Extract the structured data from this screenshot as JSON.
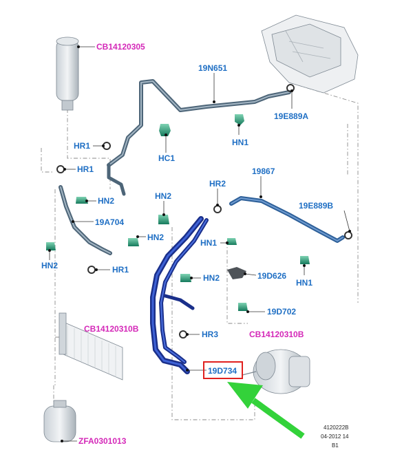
{
  "diagram": {
    "labels": {
      "cb14120305": "CB14120305",
      "n19n651": "19N651",
      "n19e889a": "19E889A",
      "hr1_a": "HR1",
      "hr1_b": "HR1",
      "hc1": "HC1",
      "hn1_a": "HN1",
      "hn2_a": "HN2",
      "hr2": "HR2",
      "n19867": "19867",
      "n19e889b": "19E889B",
      "n19a704": "19A704",
      "hn2_b": "HN2",
      "hn2_c": "HN2",
      "hn1_b": "HN1",
      "hn2_d": "HN2",
      "hr1_c": "HR1",
      "n19d626": "19D626",
      "hn1_c": "HN1",
      "n19d702": "19D702",
      "cb14120310b_left": "CB14120310B",
      "hr3": "HR3",
      "cb14120310b_right": "CB14120310B",
      "n19d734": "19D734",
      "zfa0301013": "ZFA0301013"
    },
    "highlight_part": "19D734",
    "stamp": [
      "4120222B",
      "04-2012 14",
      "B1"
    ],
    "colors": {
      "part_label": "#1f6fc4",
      "component_label": "#d428b8",
      "highlight_box": "#e0201e",
      "arrow": "#33d23a",
      "pipe": "#5e7688",
      "hose": "#2040a8"
    }
  }
}
